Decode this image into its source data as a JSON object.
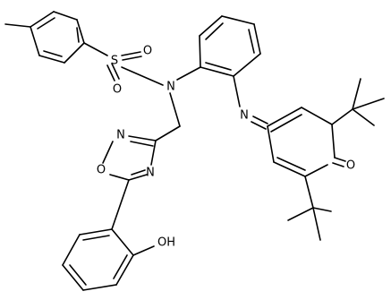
{
  "molecule": {
    "atom_labels": {
      "sulfur": "S",
      "sulfonyl_oxygen_top": "O",
      "sulfonyl_oxygen_bottom": "O",
      "sulfonamide_nitrogen": "N",
      "imine_nitrogen": "N",
      "ketone_oxygen": "O",
      "oxadiazole_nitrogen_2": "N",
      "oxadiazole_oxygen": "O",
      "oxadiazole_nitrogen_4": "N",
      "hydroxyl": "OH"
    }
  }
}
